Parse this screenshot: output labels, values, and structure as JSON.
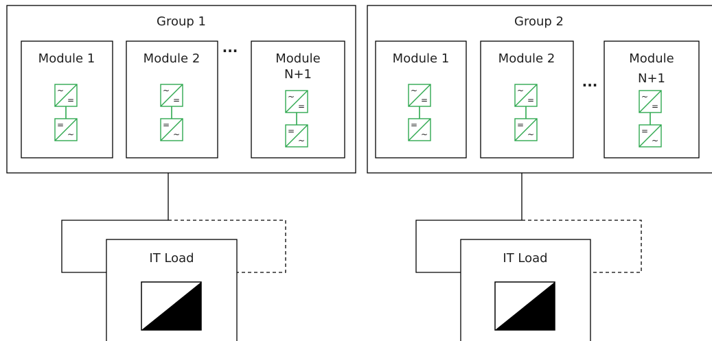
{
  "groups": [
    {
      "title": "Group 1",
      "ellipsis": "...",
      "modules": [
        {
          "label_lines": [
            "Module 1"
          ]
        },
        {
          "label_lines": [
            "Module 2"
          ]
        },
        {
          "label_lines": [
            "Module",
            "N+1"
          ]
        }
      ],
      "load": {
        "label": "IT Load"
      }
    },
    {
      "title": "Group 2",
      "ellipsis": "...",
      "modules": [
        {
          "label_lines": [
            "Module 1"
          ]
        },
        {
          "label_lines": [
            "Module 2"
          ]
        },
        {
          "label_lines": [
            "Module",
            "N+1"
          ]
        }
      ],
      "load": {
        "label": "IT Load"
      }
    }
  ],
  "colors": {
    "converter": "#2fa84f",
    "line": "#000000",
    "text": "#1f1f1f"
  },
  "icons": {
    "converter_top": "ac-dc-converter-icon",
    "converter_bottom": "dc-ac-converter-icon",
    "load": "it-load-icon"
  }
}
